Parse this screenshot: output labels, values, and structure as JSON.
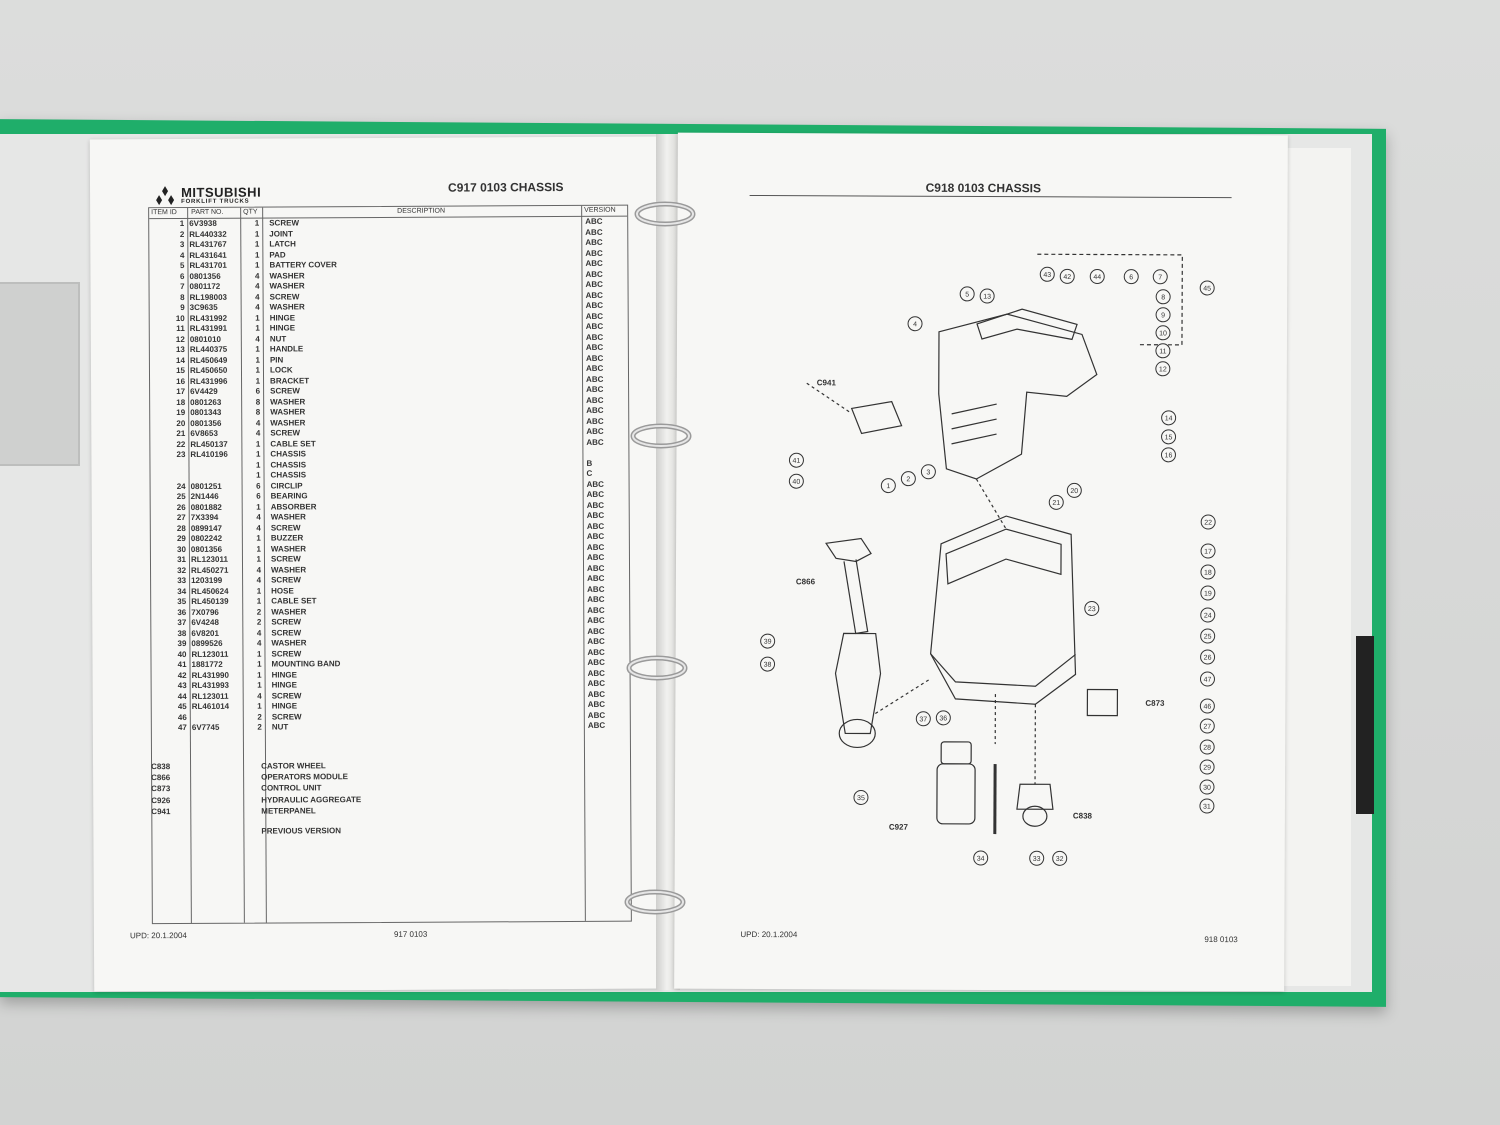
{
  "brand": {
    "name": "MITSUBISHI",
    "sub": "FORKLIFT TRUCKS"
  },
  "left_page": {
    "title": "C917 0103  CHASSIS",
    "headers": {
      "item": "ITEM ID",
      "part": "PART NO.",
      "qty": "QTY",
      "desc": "DESCRIPTION",
      "ver": "VERSION"
    },
    "rows": [
      {
        "id": "1",
        "part": "6V3938",
        "qty": "1",
        "desc": "SCREW",
        "ver": "ABC"
      },
      {
        "id": "2",
        "part": "RL440332",
        "qty": "1",
        "desc": "JOINT",
        "ver": "ABC"
      },
      {
        "id": "3",
        "part": "RL431767",
        "qty": "1",
        "desc": "LATCH",
        "ver": "ABC"
      },
      {
        "id": "4",
        "part": "RL431641",
        "qty": "1",
        "desc": "PAD",
        "ver": "ABC"
      },
      {
        "id": "5",
        "part": "RL431701",
        "qty": "1",
        "desc": "BATTERY COVER",
        "ver": "ABC"
      },
      {
        "id": "6",
        "part": "0801356",
        "qty": "4",
        "desc": "WASHER",
        "ver": "ABC"
      },
      {
        "id": "7",
        "part": "0801172",
        "qty": "4",
        "desc": "WASHER",
        "ver": "ABC"
      },
      {
        "id": "8",
        "part": "RL198003",
        "qty": "4",
        "desc": "SCREW",
        "ver": "ABC"
      },
      {
        "id": "9",
        "part": "3C9635",
        "qty": "4",
        "desc": "WASHER",
        "ver": "ABC"
      },
      {
        "id": "10",
        "part": "RL431992",
        "qty": "1",
        "desc": "HINGE",
        "ver": "ABC"
      },
      {
        "id": "11",
        "part": "RL431991",
        "qty": "1",
        "desc": "HINGE",
        "ver": "ABC"
      },
      {
        "id": "12",
        "part": "0801010",
        "qty": "4",
        "desc": "NUT",
        "ver": "ABC"
      },
      {
        "id": "13",
        "part": "RL440375",
        "qty": "1",
        "desc": "HANDLE",
        "ver": "ABC"
      },
      {
        "id": "14",
        "part": "RL450649",
        "qty": "1",
        "desc": "PIN",
        "ver": "ABC"
      },
      {
        "id": "15",
        "part": "RL450650",
        "qty": "1",
        "desc": "LOCK",
        "ver": "ABC"
      },
      {
        "id": "16",
        "part": "RL431996",
        "qty": "1",
        "desc": "BRACKET",
        "ver": "ABC"
      },
      {
        "id": "17",
        "part": "6V4429",
        "qty": "6",
        "desc": "SCREW",
        "ver": "ABC"
      },
      {
        "id": "18",
        "part": "0801263",
        "qty": "8",
        "desc": "WASHER",
        "ver": "ABC"
      },
      {
        "id": "19",
        "part": "0801343",
        "qty": "8",
        "desc": "WASHER",
        "ver": "ABC"
      },
      {
        "id": "20",
        "part": "0801356",
        "qty": "4",
        "desc": "WASHER",
        "ver": "ABC"
      },
      {
        "id": "21",
        "part": "6V8653",
        "qty": "4",
        "desc": "SCREW",
        "ver": "ABC"
      },
      {
        "id": "22",
        "part": "RL450137",
        "qty": "1",
        "desc": "CABLE SET",
        "ver": "ABC"
      },
      {
        "id": "23",
        "part": "RL410196",
        "qty": "1",
        "desc": "CHASSIS",
        "ver": ""
      },
      {
        "id": "",
        "part": "",
        "qty": "1",
        "desc": "CHASSIS",
        "ver": "B"
      },
      {
        "id": "",
        "part": "",
        "qty": "1",
        "desc": "CHASSIS",
        "ver": "C"
      },
      {
        "id": "24",
        "part": "0801251",
        "qty": "6",
        "desc": "CIRCLIP",
        "ver": "ABC"
      },
      {
        "id": "25",
        "part": "2N1446",
        "qty": "6",
        "desc": "BEARING",
        "ver": "ABC"
      },
      {
        "id": "26",
        "part": "0801882",
        "qty": "1",
        "desc": "ABSORBER",
        "ver": "ABC"
      },
      {
        "id": "27",
        "part": "7X3394",
        "qty": "4",
        "desc": "WASHER",
        "ver": "ABC"
      },
      {
        "id": "28",
        "part": "0899147",
        "qty": "4",
        "desc": "SCREW",
        "ver": "ABC"
      },
      {
        "id": "29",
        "part": "0802242",
        "qty": "1",
        "desc": "BUZZER",
        "ver": "ABC"
      },
      {
        "id": "30",
        "part": "0801356",
        "qty": "1",
        "desc": "WASHER",
        "ver": "ABC"
      },
      {
        "id": "31",
        "part": "RL123011",
        "qty": "1",
        "desc": "SCREW",
        "ver": "ABC"
      },
      {
        "id": "32",
        "part": "RL450271",
        "qty": "4",
        "desc": "WASHER",
        "ver": "ABC"
      },
      {
        "id": "33",
        "part": "1203199",
        "qty": "4",
        "desc": "SCREW",
        "ver": "ABC"
      },
      {
        "id": "34",
        "part": "RL450624",
        "qty": "1",
        "desc": "HOSE",
        "ver": "ABC"
      },
      {
        "id": "35",
        "part": "RL450139",
        "qty": "1",
        "desc": "CABLE SET",
        "ver": "ABC"
      },
      {
        "id": "36",
        "part": "7X0796",
        "qty": "2",
        "desc": "WASHER",
        "ver": "ABC"
      },
      {
        "id": "37",
        "part": "6V4248",
        "qty": "2",
        "desc": "SCREW",
        "ver": "ABC"
      },
      {
        "id": "38",
        "part": "6V8201",
        "qty": "4",
        "desc": "SCREW",
        "ver": "ABC"
      },
      {
        "id": "39",
        "part": "0899526",
        "qty": "4",
        "desc": "WASHER",
        "ver": "ABC"
      },
      {
        "id": "40",
        "part": "RL123011",
        "qty": "1",
        "desc": "SCREW",
        "ver": "ABC"
      },
      {
        "id": "41",
        "part": "1881772",
        "qty": "1",
        "desc": "MOUNTING BAND",
        "ver": "ABC"
      },
      {
        "id": "42",
        "part": "RL431990",
        "qty": "1",
        "desc": "HINGE",
        "ver": "ABC"
      },
      {
        "id": "43",
        "part": "RL431993",
        "qty": "1",
        "desc": "HINGE",
        "ver": "ABC"
      },
      {
        "id": "44",
        "part": "RL123011",
        "qty": "4",
        "desc": "SCREW",
        "ver": "ABC"
      },
      {
        "id": "45",
        "part": "RL461014",
        "qty": "1",
        "desc": "HINGE",
        "ver": "ABC"
      },
      {
        "id": "46",
        "part": "",
        "qty": "2",
        "desc": "SCREW",
        "ver": "ABC"
      },
      {
        "id": "47",
        "part": "6V7745",
        "qty": "2",
        "desc": "NUT",
        "ver": "ABC"
      }
    ],
    "modules": [
      {
        "code": "C838",
        "name": "CASTOR WHEEL"
      },
      {
        "code": "C866",
        "name": "OPERATORS MODULE"
      },
      {
        "code": "C873",
        "name": "CONTROL UNIT"
      },
      {
        "code": "C926",
        "name": "HYDRAULIC AGGREGATE"
      },
      {
        "code": "C941",
        "name": "METERPANEL"
      }
    ],
    "previous_version": "PREVIOUS VERSION",
    "footer_date": "UPD: 20.1.2004",
    "footer_page": "917 0103"
  },
  "right_page": {
    "title": "C918 0103  CHASSIS",
    "footer_date": "UPD: 20.1.2004",
    "footer_page": "918 0103",
    "callouts": [
      "1",
      "2",
      "3",
      "4",
      "5",
      "6",
      "7",
      "8",
      "9",
      "10",
      "11",
      "12",
      "13",
      "14",
      "15",
      "16",
      "17",
      "18",
      "19",
      "20",
      "21",
      "22",
      "23",
      "24",
      "25",
      "26",
      "27",
      "28",
      "29",
      "30",
      "31",
      "32",
      "33",
      "34",
      "35",
      "36",
      "37",
      "38",
      "39",
      "40",
      "41",
      "42",
      "43",
      "44",
      "45",
      "46",
      "47"
    ],
    "module_labels": [
      "C941",
      "C866",
      "C873",
      "C927",
      "C838"
    ]
  },
  "colors": {
    "binder": "#1fae6a",
    "paper": "#f7f7f5",
    "ink": "#333333"
  }
}
